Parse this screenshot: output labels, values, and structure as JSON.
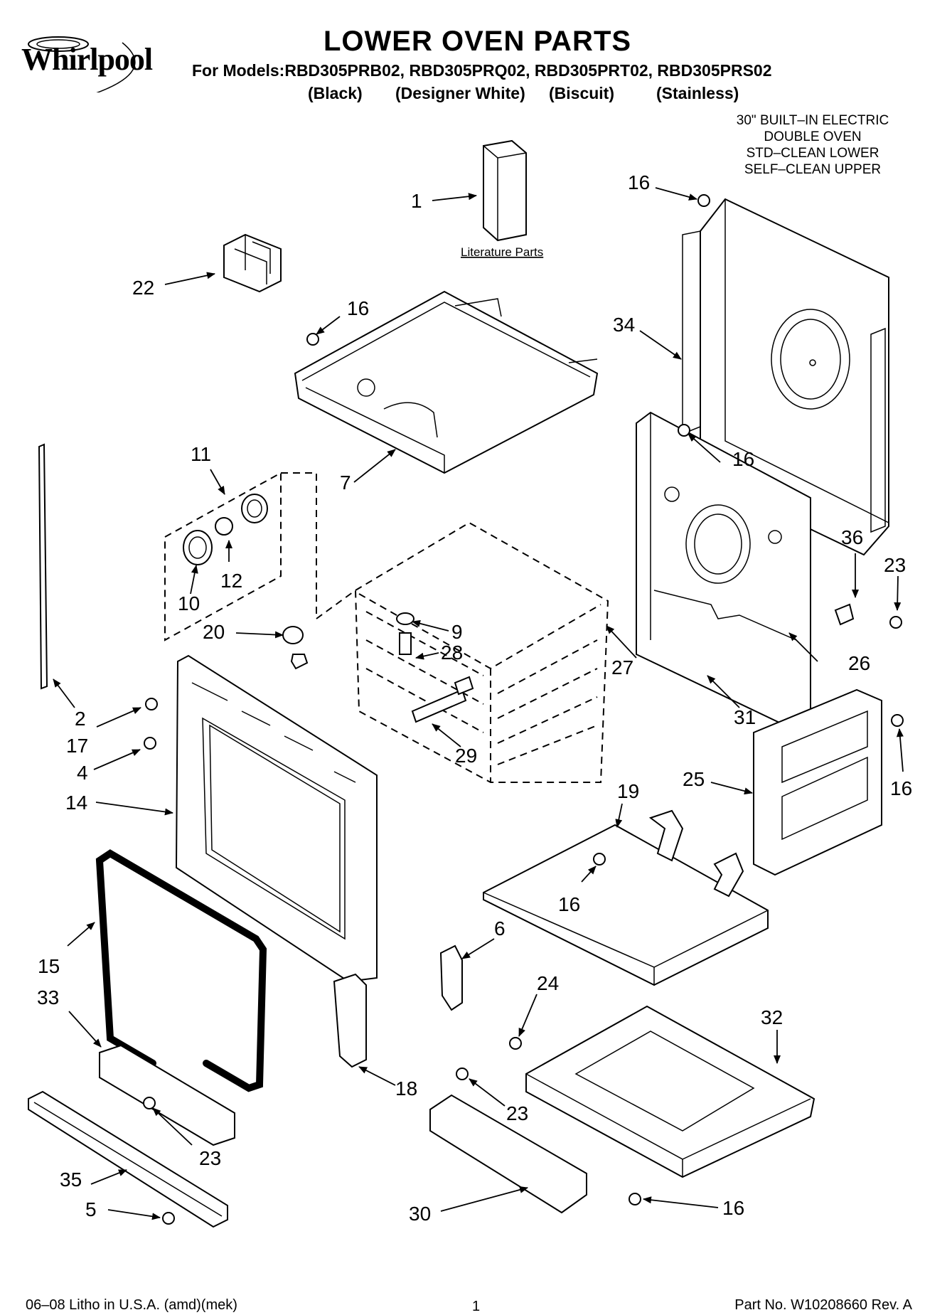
{
  "header": {
    "brand": "Whirlpool",
    "title": "LOWER OVEN PARTS",
    "models_line": "For Models:RBD305PRB02, RBD305PRQ02, RBD305PRT02, RBD305PRS02",
    "colors": [
      "(Black)",
      "(Designer White)",
      "(Biscuit)",
      "(Stainless)"
    ]
  },
  "description": [
    "30\" BUILT–IN ELECTRIC",
    "DOUBLE OVEN",
    "STD–CLEAN LOWER",
    "SELF–CLEAN UPPER"
  ],
  "literature_label": "Literature Parts",
  "part_labels": [
    "1",
    "16",
    "22",
    "16",
    "34",
    "7",
    "16",
    "11",
    "36",
    "23",
    "12",
    "10",
    "9",
    "20",
    "28",
    "27",
    "26",
    "2",
    "17",
    "31",
    "4",
    "29",
    "14",
    "25",
    "16",
    "19",
    "16",
    "15",
    "6",
    "24",
    "33",
    "32",
    "18",
    "23",
    "23",
    "35",
    "16",
    "5",
    "30"
  ],
  "footer": {
    "litho": "06–08 Litho in U.S.A. (amd)(mek)",
    "page": "1",
    "part_no": "Part No. W10208660 Rev. A"
  }
}
